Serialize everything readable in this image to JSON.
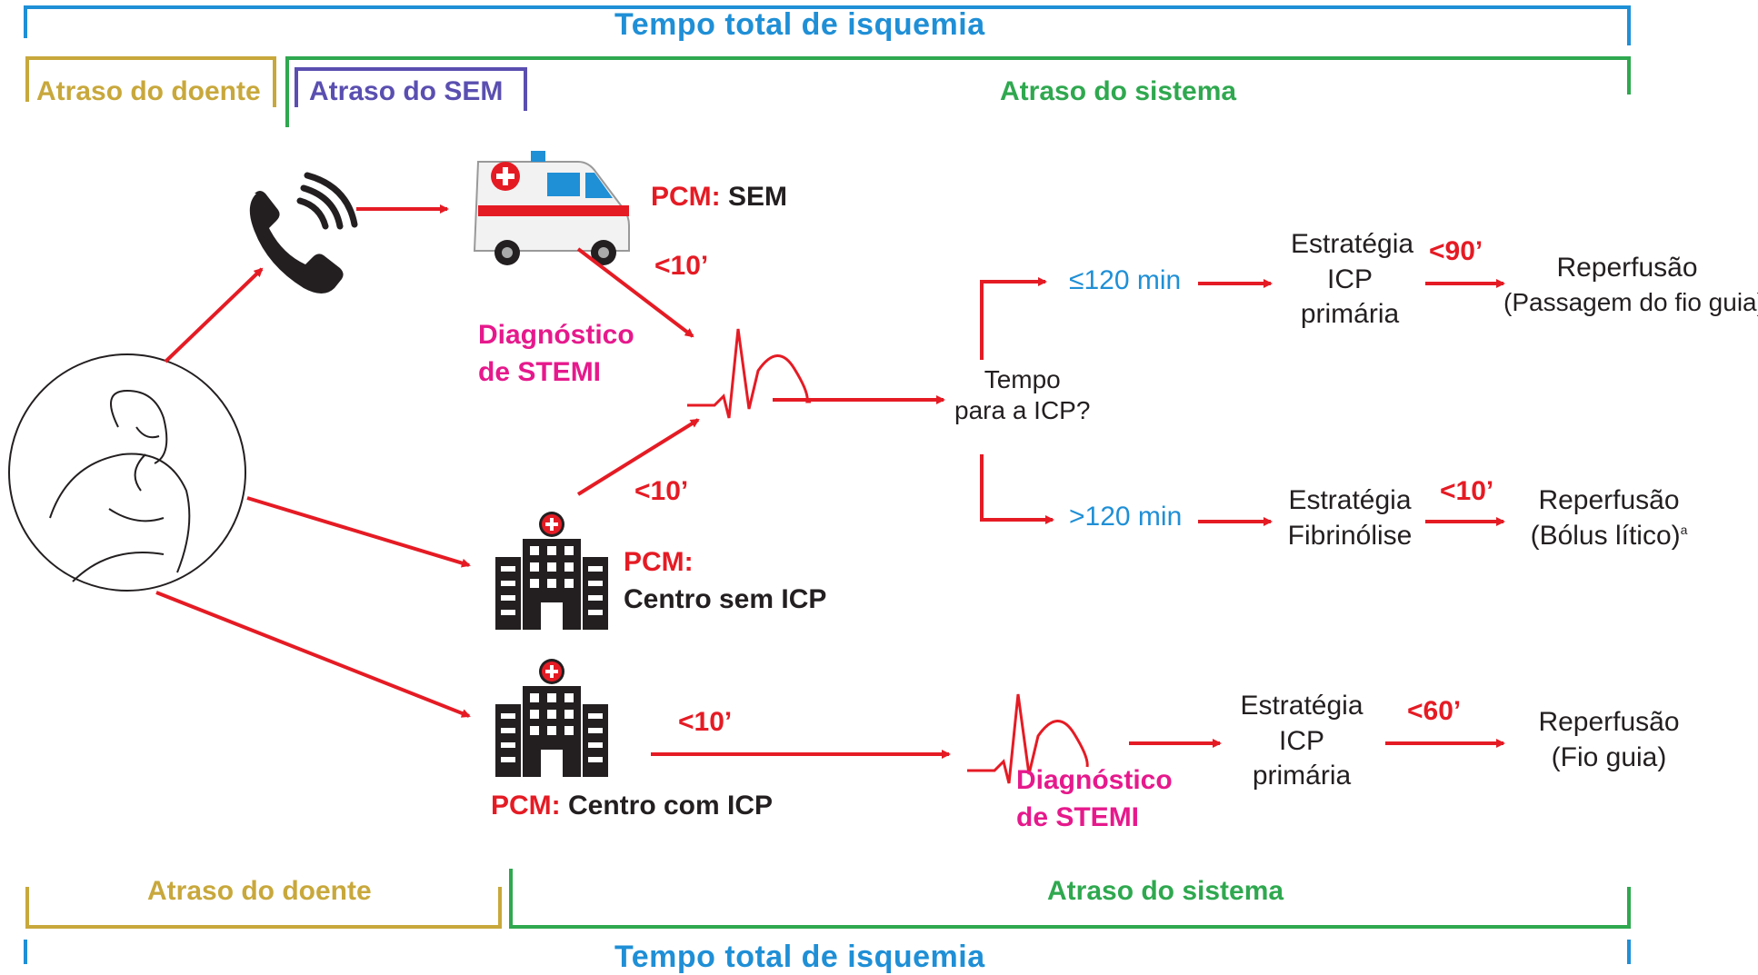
{
  "top": {
    "total_title": "Tempo total de isquemia",
    "patient_delay": "Atraso do doente",
    "ems_delay": "Atraso do SEM",
    "system_delay": "Atraso do sistema"
  },
  "bottom": {
    "total_title": "Tempo total de isquemia",
    "patient_delay": "Atraso do doente",
    "system_delay": "Atraso do sistema"
  },
  "colors": {
    "blue": "#1f8fd6",
    "gold": "#c8a83c",
    "green": "#2fa84f",
    "purple": "#5a4fb0",
    "red": "#e51b24",
    "magenta": "#e6198c"
  },
  "icons": [
    "phone-icon",
    "ambulance-icon",
    "patient-illustration",
    "hospital-icon",
    "ecg-icon"
  ],
  "flow": {
    "ems": {
      "pcm_prefix": "PCM:",
      "pcm_name": "SEM",
      "time": "<10’"
    },
    "diagnosis_label_1": "Diagnóstico",
    "diagnosis_label_2": "de STEMI",
    "non_pci": {
      "pcm_prefix": "PCM:",
      "pcm_name": "Centro sem ICP",
      "time": "<10’"
    },
    "decision_1": "Tempo",
    "decision_2": "para a ICP?",
    "upper": {
      "threshold": "≤120 min",
      "strategy_1": "Estratégia",
      "strategy_2": "ICP",
      "strategy_3": "primária",
      "time": "<90’",
      "outcome_1": "Reperfusão",
      "outcome_2": "(Passagem do fio guia)"
    },
    "lower": {
      "threshold": ">120 min",
      "strategy_1": "Estratégia",
      "strategy_2": "Fibrinólise",
      "time": "<10’",
      "outcome_1": "Reperfusão",
      "outcome_2": "(Bólus lítico)",
      "outcome_sup": "a"
    },
    "pci": {
      "pcm_prefix": "PCM:",
      "pcm_name": "Centro com ICP",
      "time": "<10’",
      "diag_1": "Diagnóstico",
      "diag_2": "de STEMI",
      "strategy_1": "Estratégia",
      "strategy_2": "ICP",
      "strategy_3": "primária",
      "time2": "<60’",
      "outcome_1": "Reperfusão",
      "outcome_2": "(Fio guia)"
    }
  }
}
